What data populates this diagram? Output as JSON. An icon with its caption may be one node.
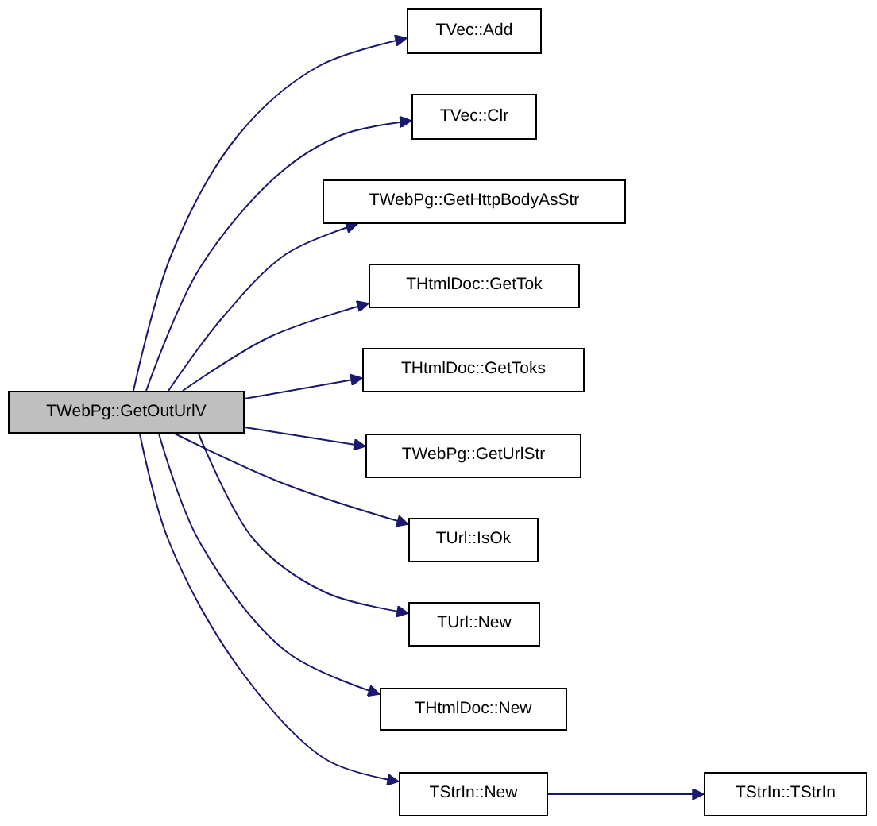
{
  "diagram": {
    "nodes": [
      {
        "text": [
          "TWebPg::GetOutUrlV"
        ]
      },
      {
        "text": [
          "TVec::Add"
        ]
      },
      {
        "text": [
          "TVec::Clr"
        ]
      },
      {
        "text": [
          "TWebPg::GetHttpBodyAsStr"
        ]
      },
      {
        "text": [
          "THtmlDoc::GetTok"
        ]
      },
      {
        "text": [
          "THtmlDoc::GetToks"
        ]
      },
      {
        "text": [
          "TWebPg::GetUrlStr"
        ]
      },
      {
        "text": [
          "TUrl::IsOk"
        ]
      },
      {
        "text": [
          "TUrl::New"
        ]
      },
      {
        "text": [
          "THtmlDoc::New"
        ]
      },
      {
        "text": [
          "TStrIn::New"
        ]
      },
      {
        "text": [
          "TStrIn::TStrIn"
        ]
      }
    ],
    "edges": [
      {
        "from": 0,
        "to": 1,
        "arrow": "to"
      },
      {
        "from": 0,
        "to": 2,
        "arrow": "to"
      },
      {
        "from": 0,
        "to": 3,
        "arrow": "to"
      },
      {
        "from": 0,
        "to": 4,
        "arrow": "to"
      },
      {
        "from": 0,
        "to": 5,
        "arrow": "to"
      },
      {
        "from": 0,
        "to": 6,
        "arrow": "to"
      },
      {
        "from": 0,
        "to": 7,
        "arrow": "to"
      },
      {
        "from": 0,
        "to": 8,
        "arrow": "to"
      },
      {
        "from": 0,
        "to": 9,
        "arrow": "to"
      },
      {
        "from": 0,
        "to": 10,
        "arrow": "to"
      },
      {
        "from": 10,
        "to": 11,
        "arrow": "to"
      }
    ]
  }
}
